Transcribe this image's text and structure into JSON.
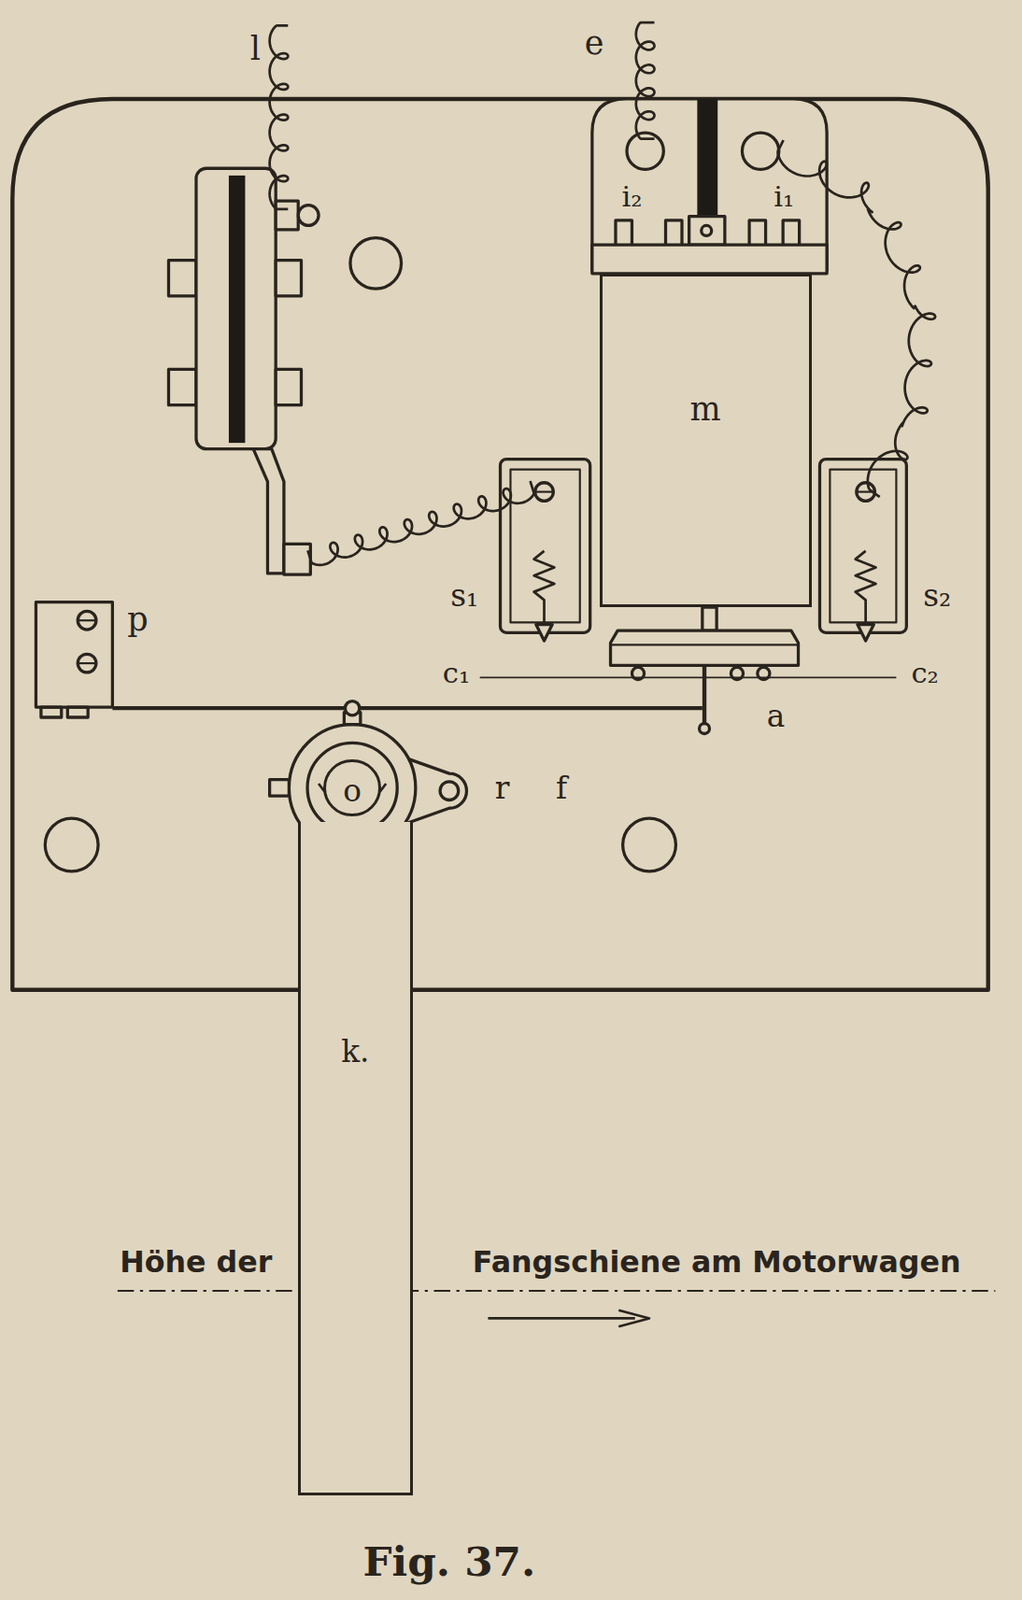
{
  "diagram": {
    "caption": "Fig. 37.",
    "nodes": [
      {
        "text": [
          "m"
        ]
      },
      {
        "text": [
          "o"
        ]
      },
      {
        "text": [
          "k."
        ]
      }
    ],
    "labels": [
      "l",
      "e",
      "i₂",
      "i₁",
      "s₁",
      "s₂",
      "c₁",
      "c₂",
      "p",
      "a",
      "r",
      "f",
      "Höhe der",
      "Fangschiene am Motorwagen"
    ]
  }
}
